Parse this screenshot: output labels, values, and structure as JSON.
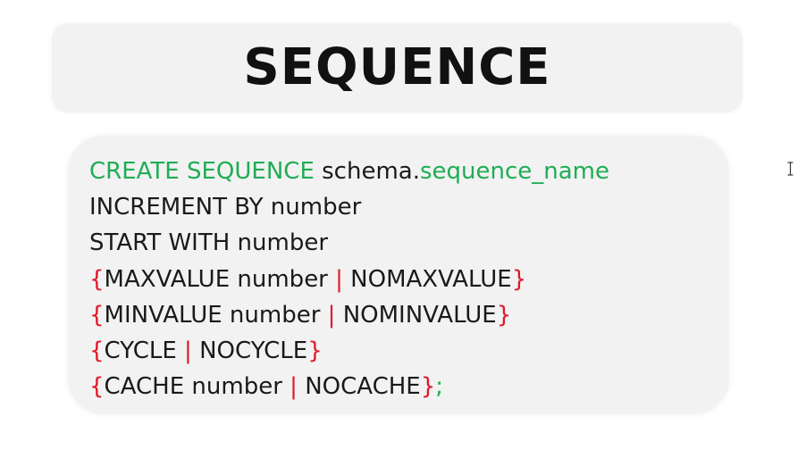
{
  "title": "SEQUENCE",
  "syntax": {
    "line1": {
      "keyword": "CREATE SEQUENCE",
      "schema": " schema.",
      "name": "sequence_name"
    },
    "line2": "INCREMENT BY number",
    "line3": "START WITH number",
    "line4": {
      "open": "{",
      "option_a": "MAXVALUE number ",
      "pipe": "|",
      "option_b": " NOMAXVALUE",
      "close": "}"
    },
    "line5": {
      "open": "{",
      "option_a": "MINVALUE number ",
      "pipe": "|",
      "option_b": " NOMINVALUE",
      "close": "}"
    },
    "line6": {
      "open": "{",
      "option_a": "CYCLE ",
      "pipe": "|",
      "option_b": " NOCYCLE",
      "close": "}"
    },
    "line7": {
      "open": "{",
      "option_a": "CACHE number ",
      "pipe": "|",
      "option_b": " NOCACHE",
      "close": "}",
      "terminator": ";"
    }
  },
  "colors": {
    "keyword": "#1fad54",
    "symbol": "#e0182a",
    "text": "#1a1a1a",
    "card": "#f2f2f2"
  },
  "icons": {
    "cursor": "text-cursor-icon"
  }
}
